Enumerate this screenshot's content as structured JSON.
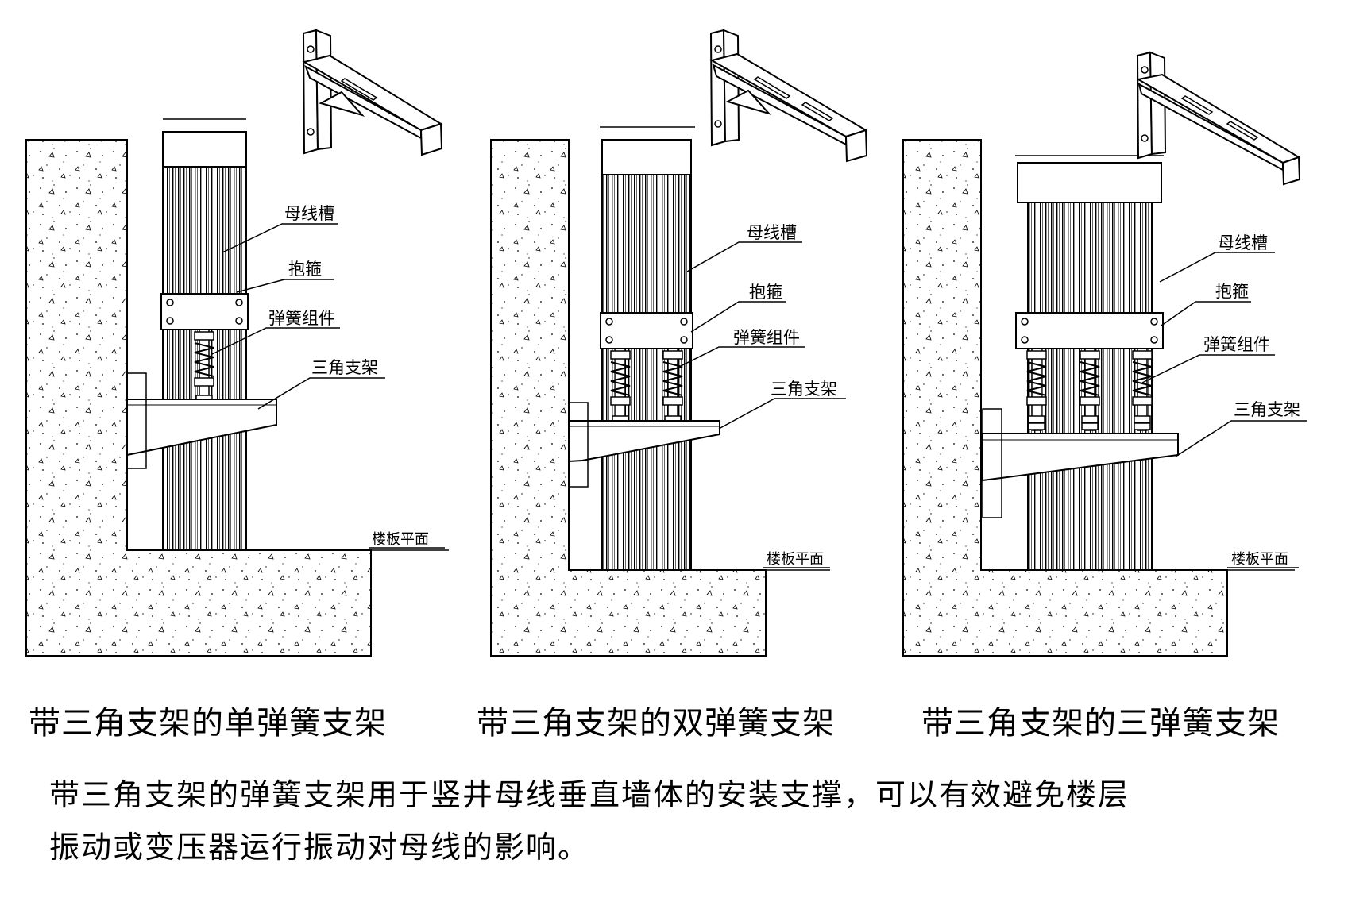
{
  "panels": [
    {
      "id": "single",
      "labels": {
        "busway": "母线槽",
        "clamp": "抱箍",
        "spring": "弹簧组件",
        "bracket": "三角支架",
        "floor": "楼板平面"
      },
      "caption": "带三角支架的单弹簧支架",
      "spring_count": 1
    },
    {
      "id": "double",
      "labels": {
        "busway": "母线槽",
        "clamp": "抱箍",
        "spring": "弹簧组件",
        "bracket": "三角支架",
        "floor": "楼板平面"
      },
      "caption": "带三角支架的双弹簧支架",
      "spring_count": 2
    },
    {
      "id": "triple",
      "labels": {
        "busway": "母线槽",
        "clamp": "抱箍",
        "spring": "弹簧组件",
        "bracket": "三角支架",
        "floor": "楼板平面"
      },
      "caption": "带三角支架的三弹簧支架",
      "spring_count": 3
    }
  ],
  "description": {
    "line1": "带三角支架的弹簧支架用于竖井母线垂直墙体的安装支撑，可以有效避免楼层",
    "line2": "振动或变压器运行振动对母线的影响。"
  }
}
